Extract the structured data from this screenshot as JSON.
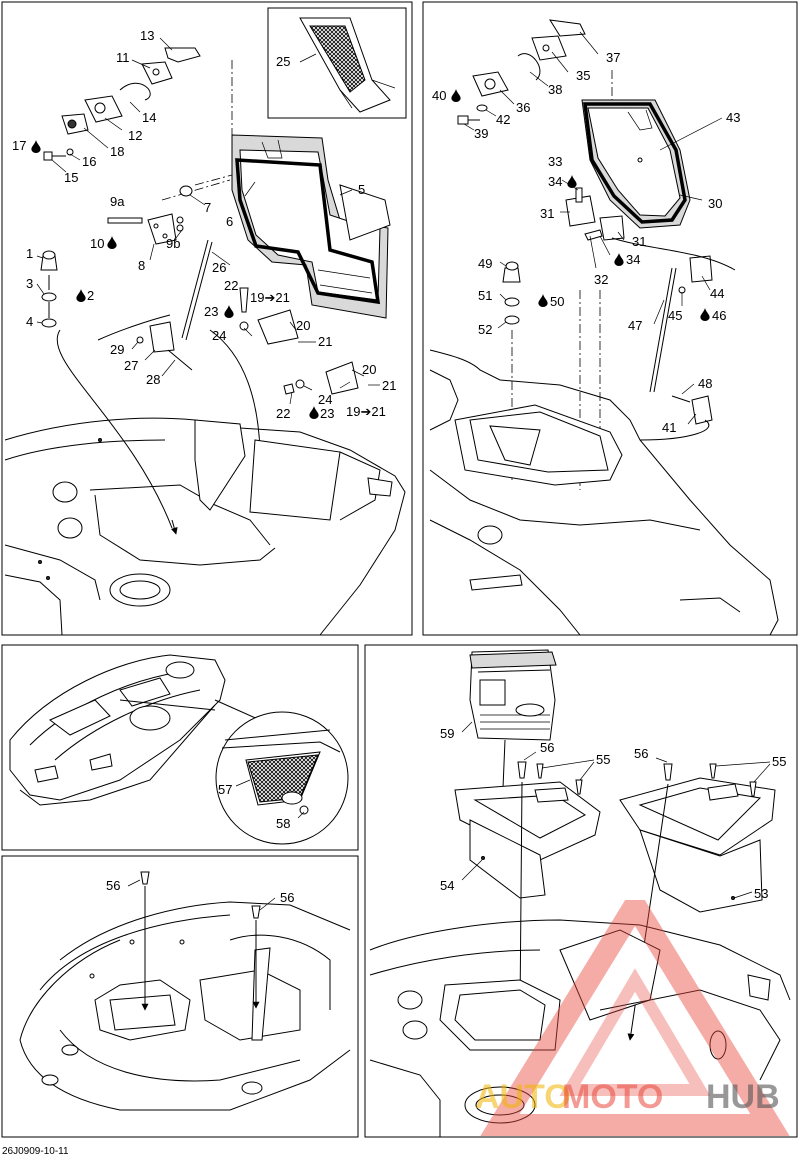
{
  "diagram_code": "26J0909-10-11",
  "watermark_text_1": "AUTO",
  "watermark_text_2": "MOTO",
  "watermark_text_3": "HUB",
  "colors": {
    "watermark_red": "#e8483c",
    "watermark_gold": "#f0b400",
    "watermark_gray": "#555555"
  },
  "glue_icon": "drop-icon",
  "callouts": {
    "c1": "1",
    "c2": "2",
    "c3": "3",
    "c4": "4",
    "c5": "5",
    "c6": "6",
    "c7": "7",
    "c8": "8",
    "c9a": "9a",
    "c9b": "9b",
    "c10": "10",
    "c11": "11",
    "c12": "12",
    "c13": "13",
    "c14": "14",
    "c15": "15",
    "c16": "16",
    "c17": "17",
    "c18": "18",
    "c19a": "19➔21",
    "c19b": "19➔21",
    "c20a": "20",
    "c20b": "20",
    "c21a": "21",
    "c21b": "21",
    "c22a": "22",
    "c22b": "22",
    "c23a": "23",
    "c23b": "23",
    "c24a": "24",
    "c24b": "24",
    "c25": "25",
    "c26": "26",
    "c27": "27",
    "c28": "28",
    "c29": "29",
    "c30": "30",
    "c31a": "31",
    "c31b": "31",
    "c32": "32",
    "c33": "33",
    "c34a": "34",
    "c34b": "34",
    "c35": "35",
    "c36": "36",
    "c37": "37",
    "c38": "38",
    "c39": "39",
    "c40": "40",
    "c41": "41",
    "c42": "42",
    "c43": "43",
    "c44": "44",
    "c45": "45",
    "c46": "46",
    "c47": "47",
    "c48": "48",
    "c49": "49",
    "c50": "50",
    "c51": "51",
    "c52": "52",
    "c53": "53",
    "c54": "54",
    "c55a": "55",
    "c55b": "55",
    "c56a": "56",
    "c56b": "56",
    "c56c": "56",
    "c56d": "56",
    "c57": "57",
    "c58": "58",
    "c59": "59"
  }
}
